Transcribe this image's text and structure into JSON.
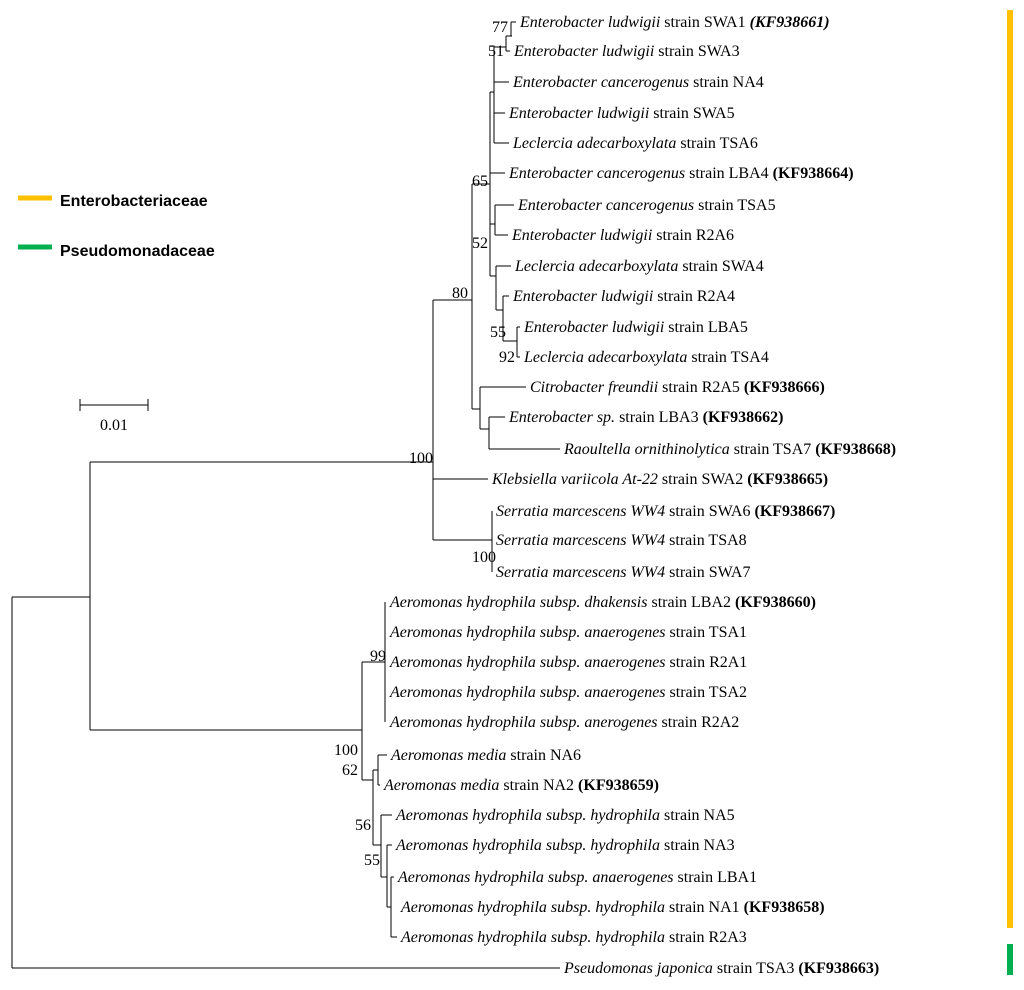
{
  "legend": [
    {
      "label": "Enterobacteriaceae",
      "color": "#FFC000"
    },
    {
      "label": "Pseudomonadaceae",
      "color": "#00B050"
    }
  ],
  "scale_bar": {
    "label": "0.01"
  },
  "family_bars": {
    "enterobacteriaceae_color": "#FFC000",
    "pseudomonadaceae_color": "#00B050"
  },
  "tips": [
    {
      "species": "Enterobacter ludwigii",
      "strain": "strain SWA1",
      "accession": "(KF938661)",
      "accession_italic": true
    },
    {
      "species": "Enterobacter ludwigii",
      "strain": "strain SWA3",
      "accession": ""
    },
    {
      "species": "Enterobacter cancerogenus",
      "strain": "strain NA4",
      "accession": ""
    },
    {
      "species": "Enterobacter ludwigii",
      "strain": "strain SWA5",
      "accession": ""
    },
    {
      "species": "Leclercia adecarboxylata",
      "strain": "strain TSA6",
      "accession": ""
    },
    {
      "species": "Enterobacter cancerogenus",
      "strain": "strain LBA4",
      "accession": "(KF938664)"
    },
    {
      "species": "Enterobacter cancerogenus",
      "strain": "strain TSA5",
      "accession": ""
    },
    {
      "species": "Enterobacter ludwigii",
      "strain": "strain R2A6",
      "accession": ""
    },
    {
      "species": "Leclercia adecarboxylata",
      "strain": "strain SWA4",
      "accession": ""
    },
    {
      "species": "Enterobacter ludwigii",
      "strain": "strain R2A4",
      "accession": ""
    },
    {
      "species": "Enterobacter ludwigii",
      "strain": "strain LBA5",
      "accession": ""
    },
    {
      "species": "Leclercia adecarboxylata",
      "strain": "strain TSA4",
      "accession": ""
    },
    {
      "species": "Citrobacter freundii",
      "strain": "strain R2A5",
      "accession": "(KF938666)"
    },
    {
      "species": "Enterobacter sp.",
      "strain": "strain LBA3",
      "accession": "(KF938662)"
    },
    {
      "species": "Raoultella ornithinolytica",
      "strain": "strain TSA7",
      "accession": "(KF938668)"
    },
    {
      "species": "Klebsiella variicola At-22",
      "strain": "strain SWA2",
      "accession": "(KF938665)"
    },
    {
      "species": "Serratia marcescens WW4",
      "strain": "strain SWA6",
      "accession": "(KF938667)"
    },
    {
      "species": "Serratia marcescens WW4",
      "strain": "strain TSA8",
      "accession": ""
    },
    {
      "species": "Serratia marcescens WW4",
      "strain": "strain SWA7",
      "accession": ""
    },
    {
      "species": "Aeromonas hydrophila subsp. dhakensis",
      "strain": "strain LBA2",
      "accession": "(KF938660)"
    },
    {
      "species": "Aeromonas hydrophila subsp. anaerogenes",
      "strain": "strain TSA1",
      "accession": ""
    },
    {
      "species": "Aeromonas hydrophila subsp. anaerogenes",
      "strain": "strain R2A1",
      "accession": ""
    },
    {
      "species": "Aeromonas hydrophila subsp. anaerogenes",
      "strain": "strain TSA2",
      "accession": ""
    },
    {
      "species": "Aeromonas hydrophila subsp. anerogenes",
      "strain": "strain R2A2",
      "accession": ""
    },
    {
      "species": "Aeromonas media",
      "strain": "strain NA6",
      "accession": ""
    },
    {
      "species": "Aeromonas media",
      "strain": "strain NA2",
      "accession": "(KF938659)"
    },
    {
      "species": "Aeromonas hydrophila subsp. hydrophila",
      "strain": "strain NA5",
      "accession": ""
    },
    {
      "species": "Aeromonas hydrophila subsp. hydrophila",
      "strain": "strain NA3",
      "accession": ""
    },
    {
      "species": "Aeromonas hydrophila subsp. anaerogenes",
      "strain": "strain LBA1",
      "accession": ""
    },
    {
      "species": "Aeromonas hydrophila subsp. hydrophila",
      "strain": "strain NA1",
      "accession": "(KF938658)"
    },
    {
      "species": "Aeromonas hydrophila subsp. hydrophila",
      "strain": "strain R2A3",
      "accession": ""
    },
    {
      "species": "Pseudomonas japonica",
      "strain": "strain TSA3",
      "accession": "(KF938663)"
    }
  ],
  "support_values": [
    "77",
    "51",
    "65",
    "52",
    "80",
    "55",
    "92",
    "100",
    "100",
    "99",
    "100",
    "62",
    "56",
    "55"
  ]
}
